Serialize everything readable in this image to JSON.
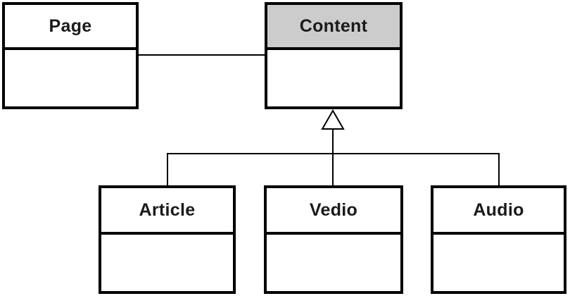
{
  "diagram": {
    "type": "uml-class-diagram",
    "classes": [
      {
        "id": "page",
        "name": "Page",
        "header_bg": "#ffffff",
        "attributes": "",
        "methods": ""
      },
      {
        "id": "content",
        "name": "Content",
        "header_bg": "#cccccc",
        "attributes": "",
        "methods": ""
      },
      {
        "id": "article",
        "name": "Article",
        "header_bg": "#ffffff",
        "attributes": "",
        "methods": ""
      },
      {
        "id": "vedio",
        "name": "Vedio",
        "header_bg": "#ffffff",
        "attributes": "",
        "methods": ""
      },
      {
        "id": "audio",
        "name": "Audio",
        "header_bg": "#ffffff",
        "attributes": "",
        "methods": ""
      }
    ],
    "relations": [
      {
        "type": "association",
        "from": "Page",
        "to": "Content"
      },
      {
        "type": "generalization",
        "parent": "Content",
        "children": [
          "Article",
          "Vedio",
          "Audio"
        ]
      }
    ],
    "colors": {
      "line": "#000000",
      "box_border": "#000000",
      "highlight_header_fill": "#cccccc",
      "background": "#ffffff",
      "text": "#1a1a1a"
    }
  }
}
